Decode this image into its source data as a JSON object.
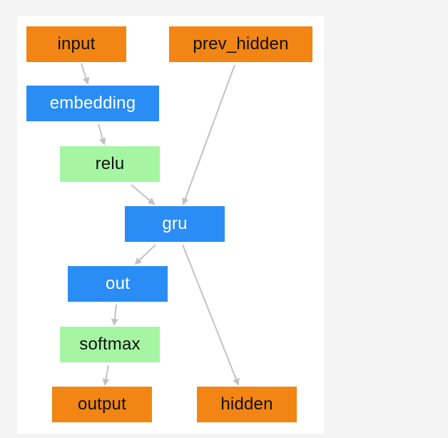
{
  "nodes": {
    "input": "input",
    "prev_hidden": "prev_hidden",
    "embedding": "embedding",
    "relu": "relu",
    "gru": "gru",
    "out": "out",
    "softmax": "softmax",
    "output": "output",
    "hidden": "hidden"
  },
  "edges": [
    {
      "from": "input",
      "to": "embedding"
    },
    {
      "from": "embedding",
      "to": "relu"
    },
    {
      "from": "relu",
      "to": "gru"
    },
    {
      "from": "prev_hidden",
      "to": "gru"
    },
    {
      "from": "gru",
      "to": "out"
    },
    {
      "from": "gru",
      "to": "hidden"
    },
    {
      "from": "out",
      "to": "softmax"
    },
    {
      "from": "softmax",
      "to": "output"
    }
  ],
  "colors": {
    "io": "#f28513",
    "layer": "#2a8df5",
    "activation": "#a6f5a3",
    "edge": "#c2c2c2"
  }
}
